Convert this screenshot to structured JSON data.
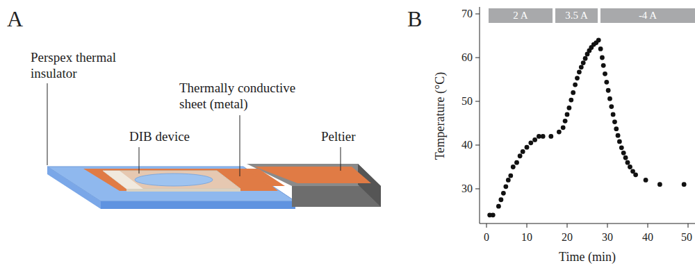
{
  "diagram": {
    "nodes": [
      {
        "text": [
          "2 A"
        ]
      },
      {
        "text": [
          "3.5 A"
        ]
      },
      {
        "text": [
          "-4 A"
        ]
      }
    ],
    "labels": [
      "A",
      "Perspex thermal insulator",
      "DIB device",
      "Thermally conductive sheet (metal)",
      "Peltier",
      "B",
      "70",
      "60",
      "50",
      "40",
      "30",
      "Temperature (°C)",
      "0",
      "10",
      "20",
      "30",
      "40",
      "50",
      "Time (min)"
    ]
  }
}
